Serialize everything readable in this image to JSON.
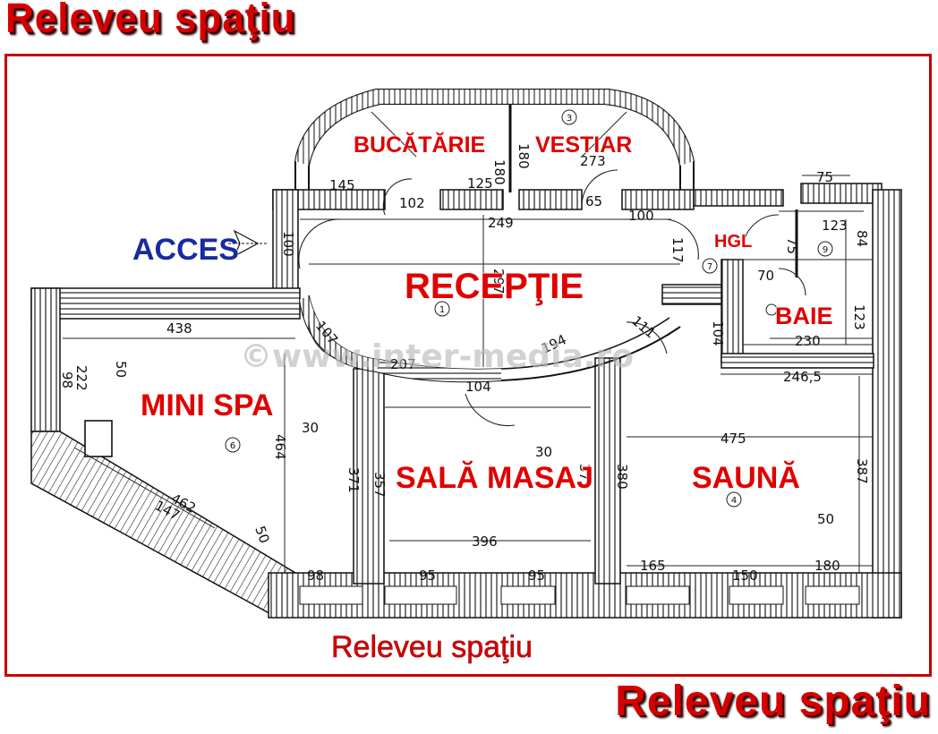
{
  "banners": {
    "top": "Releveu  spaţiu",
    "center": "Releveu spaţiu",
    "bottom": "Releveu  spaţiu"
  },
  "watermark": "©www.inter-media.ro",
  "access_label": "ACCES",
  "rooms": {
    "bucatarie": "BUCĂTĂRIE",
    "vestiar": "VESTIAR",
    "receptie": "RECEPŢIE",
    "hgl": "HGL",
    "baie": "BAIE",
    "mini_spa": "MINI SPA",
    "sala_masaj": "SALĂ MASAJ",
    "sauna": "SAUNĂ"
  },
  "dimensions": {
    "d145": "145",
    "d125": "125",
    "d180a": "180",
    "d180b": "180",
    "d273": "273",
    "d75": "75",
    "d102": "102",
    "d65": "65",
    "d100a": "100",
    "d249": "249",
    "d123a": "123",
    "d84": "84",
    "d100b": "100",
    "d117": "117",
    "d75b": "75",
    "d70": "70",
    "d297": "297",
    "d123b": "123",
    "d438": "438",
    "d50a": "50",
    "d107": "107",
    "d207": "207",
    "d194": "194",
    "d111": "111",
    "d104a": "104",
    "d104b": "104",
    "d230": "230",
    "d2465": "246,5",
    "d222": "222",
    "d98a": "98",
    "d30a": "30",
    "d464": "464",
    "d371": "371",
    "d357": "357",
    "d30b": "30",
    "d373": "373",
    "d380": "380",
    "d475": "475",
    "d387": "387",
    "d462": "462",
    "d147": "147",
    "d50b": "50",
    "d396": "396",
    "d50c": "50",
    "d98b": "98",
    "d95a": "95",
    "d95b": "95",
    "d165": "165",
    "d150": "150",
    "d180c": "180"
  },
  "room_numbers": [
    "1",
    "3",
    "4",
    "6",
    "7",
    "9"
  ]
}
